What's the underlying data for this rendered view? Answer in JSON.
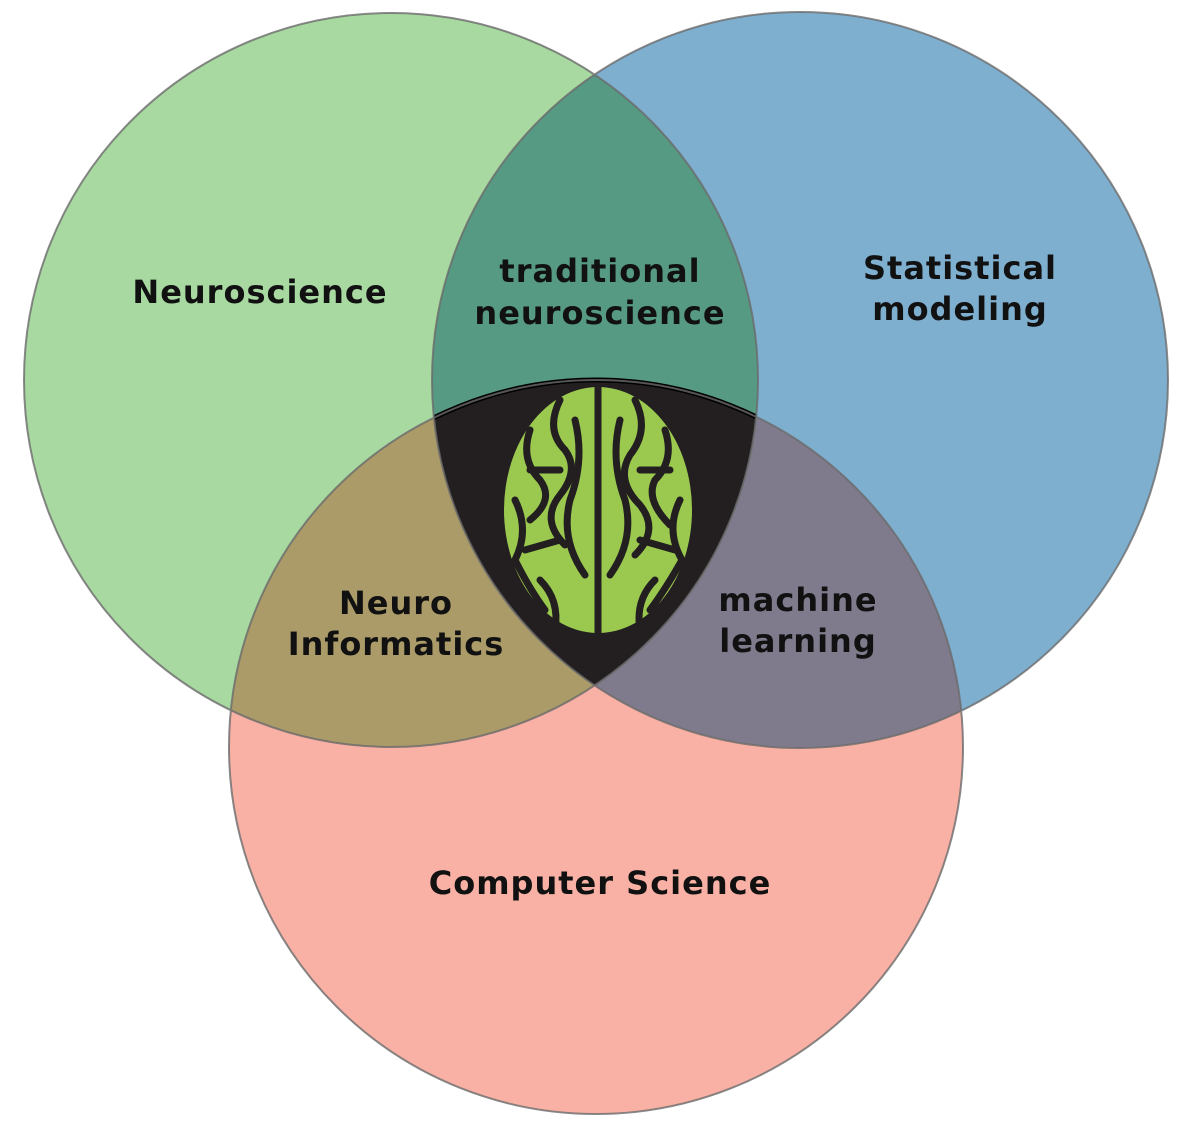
{
  "diagram": {
    "type": "venn",
    "sets": [
      {
        "label": "Neuroscience",
        "color": "#a8d9a1"
      },
      {
        "label_lines": [
          "Statistical",
          "modeling"
        ],
        "color": "#7fafcf"
      },
      {
        "label": "Computer Science",
        "color": "#f9b1a5"
      }
    ],
    "intersections": {
      "neuro_stats": {
        "label_lines": [
          "traditional",
          "neuroscience"
        ],
        "color": "#569a83"
      },
      "neuro_cs": {
        "label_lines": [
          "Neuro",
          "Informatics"
        ],
        "color": "#aa9b69"
      },
      "stats_cs": {
        "label_lines": [
          "machine",
          "learning"
        ],
        "color": "#7f7b8c"
      },
      "all": {
        "icon": "brain-icon",
        "color": "#231f20",
        "brain_color": "#9bc94f"
      }
    }
  }
}
